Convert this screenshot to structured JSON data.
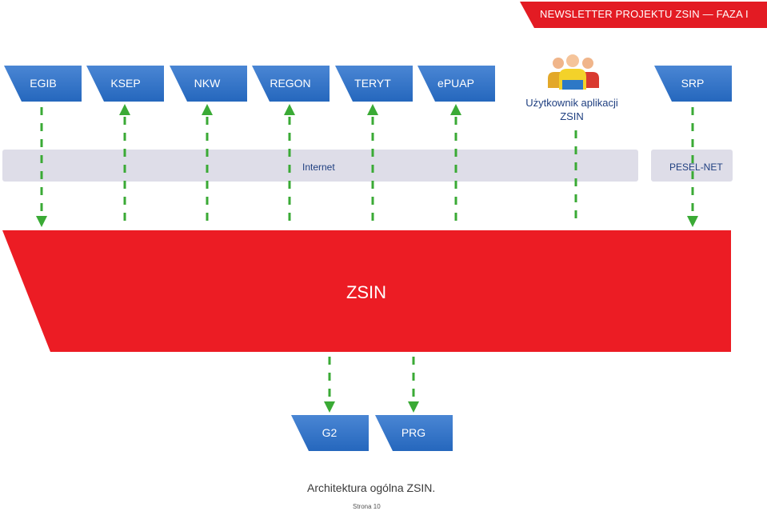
{
  "banner": {
    "title": "NEWSLETTER PROJEKTU ZSIN — FAZA I"
  },
  "systems": [
    {
      "label": "EGIB",
      "direction": "to-zsin"
    },
    {
      "label": "KSEP",
      "direction": "from-zsin"
    },
    {
      "label": "NKW",
      "direction": "to-zsin"
    },
    {
      "label": "REGON",
      "direction": "from-zsin"
    },
    {
      "label": "TERYT",
      "direction": "from-zsin"
    },
    {
      "label": "ePUAP",
      "direction": "from-zsin"
    },
    {
      "label": "SRP",
      "direction": "to-zsin"
    }
  ],
  "user": {
    "label_line1": "Użytkownik aplikacji",
    "label_line2": "ZSIN",
    "icon": "users-icon"
  },
  "network": {
    "internet_label": "Internet",
    "pesel_label": "PESEL-NET"
  },
  "core": {
    "label": "ZSIN"
  },
  "outputs": [
    {
      "label": "G2"
    },
    {
      "label": "PRG"
    }
  ],
  "caption": "Architektura ogólna ZSIN.",
  "page_number": "Strona 10",
  "colors": {
    "accent_red": "#ec1c24",
    "system_blue": "#2567bd",
    "arrow_green": "#3aaa35",
    "network_band": "#dedde8",
    "label_navy": "#1f3f80"
  }
}
